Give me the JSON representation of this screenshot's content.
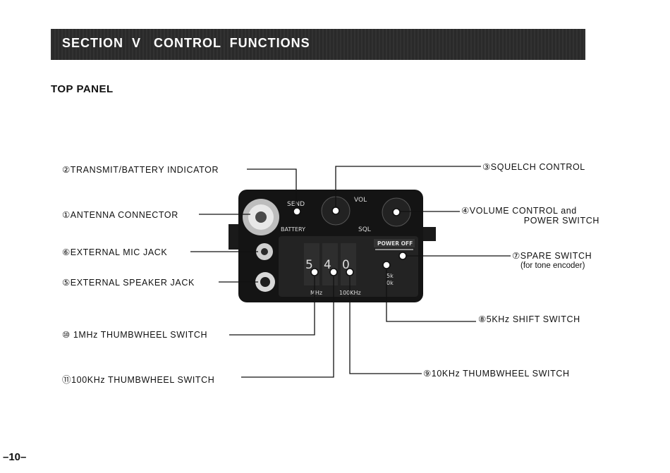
{
  "page": {
    "banner_title": "SECTION  V   CONTROL  FUNCTIONS",
    "subheading": "TOP PANEL",
    "page_number": "–10–"
  },
  "labels": {
    "transmit_indicator": "②TRANSMIT/BATTERY INDICATOR",
    "antenna_connector": "①ANTENNA CONNECTOR",
    "external_mic_jack": "⑥EXTERNAL MIC JACK",
    "external_speaker_jack": "⑤EXTERNAL SPEAKER JACK",
    "mhz_thumbwheel": "⑩ 1MHz THUMBWHEEL SWITCH",
    "khz100_thumbwheel": "⑪100KHz THUMBWHEEL SWITCH",
    "squelch_control": "③SQUELCH CONTROL",
    "volume_control_line1": "④VOLUME CONTROL and",
    "volume_control_line2": "POWER SWITCH",
    "spare_switch": "⑦SPARE SWITCH",
    "spare_switch_note": "(for tone encoder)",
    "shift_switch": "⑧5KHz SHIFT SWITCH",
    "khz10_thumbwheel": "⑨10KHz THUMBWHEEL SWITCH"
  },
  "panel": {
    "send_label": "SEND",
    "battery_label": "BATTERY",
    "vol_label": "VOL",
    "sql_label": "SQL",
    "power_off_label": "POWER OFF",
    "digit_mhz": "5",
    "digit_100k": "4",
    "digit_10k": "0",
    "unit_mhz": "MHz",
    "unit_100k": "100KHz",
    "shift_5k": "5k",
    "shift_0k": "0k"
  }
}
